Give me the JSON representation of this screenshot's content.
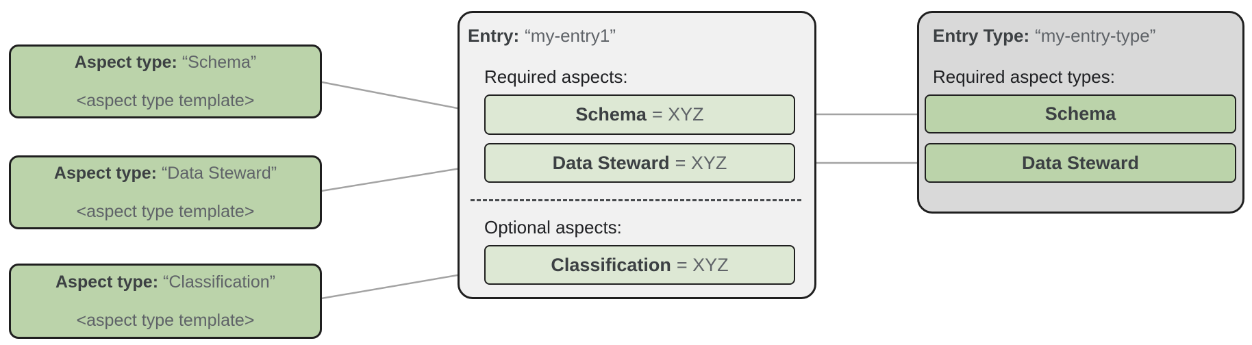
{
  "diagram": {
    "aspect_types": [
      {
        "title_label": "Aspect type:",
        "title_value": "“Schema”",
        "template": "<aspect type template>"
      },
      {
        "title_label": "Aspect type:",
        "title_value": "“Data Steward”",
        "template": "<aspect type template>"
      },
      {
        "title_label": "Aspect type:",
        "title_value": "“Classification”",
        "template": "<aspect type template>"
      }
    ],
    "entry": {
      "title_label": "Entry:",
      "title_value": "“my-entry1”",
      "required_label": "Required aspects:",
      "optional_label": "Optional aspects:",
      "required_aspects": [
        {
          "name": "Schema",
          "value_suffix": "= XYZ"
        },
        {
          "name": "Data Steward",
          "value_suffix": "= XYZ"
        }
      ],
      "optional_aspects": [
        {
          "name": "Classification",
          "value_suffix": "= XYZ"
        }
      ]
    },
    "entry_type": {
      "title_label": "Entry Type:",
      "title_value": "“my-entry-type”",
      "required_label": "Required aspect types:",
      "required_aspect_types": [
        "Schema",
        "Data Steward"
      ]
    },
    "colors": {
      "aspect_green": "#bbd3aa",
      "light_green": "#dde8d4",
      "entry_bg": "#f1f1f1",
      "entry_type_bg": "#d9d9d9",
      "border_dark": "#1f1f1f",
      "connector_gray": "#a3a3a3",
      "divider_gray": "#46494c",
      "text_dark": "#3c4043",
      "text_secondary": "#5f6368"
    }
  }
}
